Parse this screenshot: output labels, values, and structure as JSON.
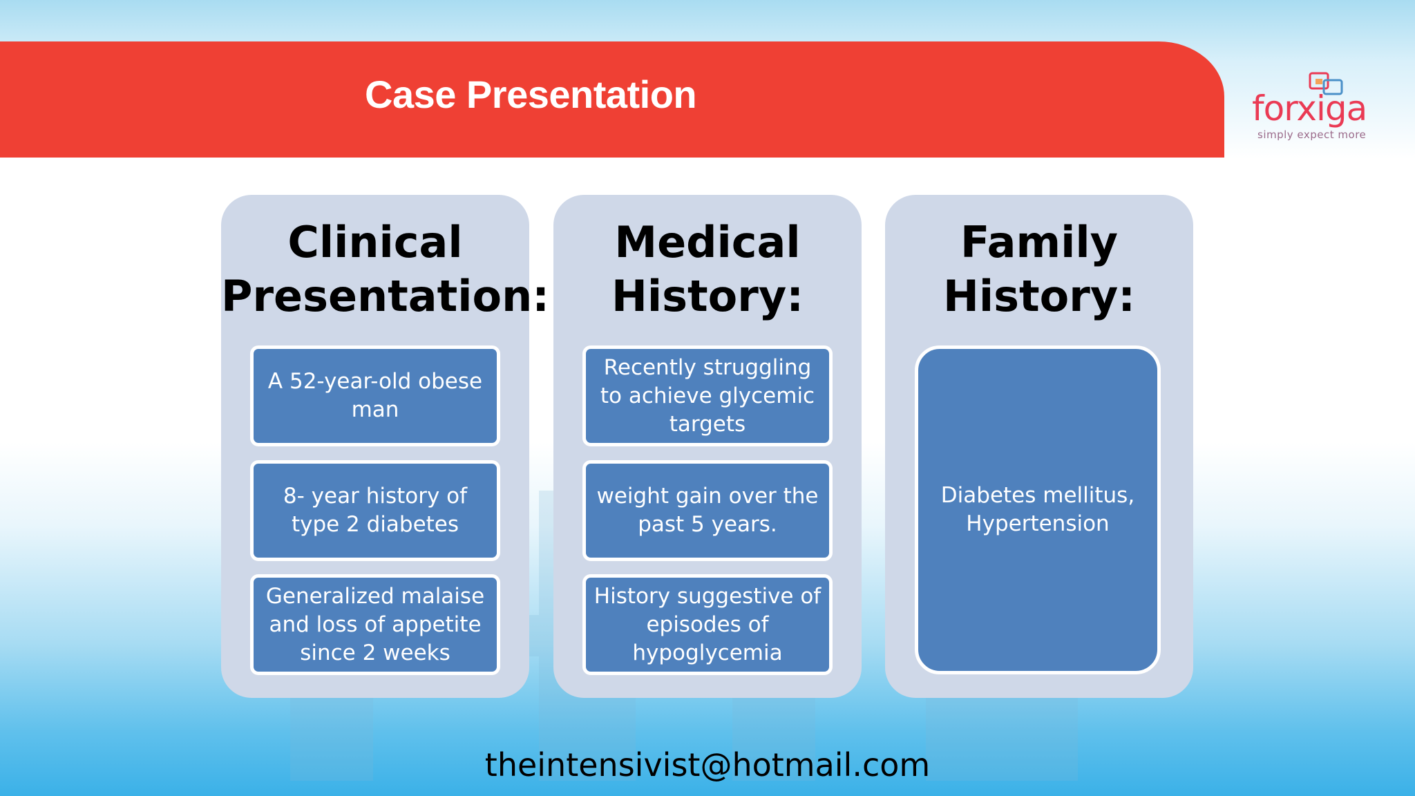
{
  "slide": {
    "title": "Case Presentation",
    "footer_email": "theintensivist@hotmail.com"
  },
  "logo": {
    "brand": "forxiga",
    "tagline": "simply expect more",
    "brand_color": "#ea3a54"
  },
  "colors": {
    "title_bar": "#ef4034",
    "column_panel": "#cfd8e8",
    "card": "#4f81bd"
  },
  "columns": [
    {
      "heading": "Clinical\nPresentation:",
      "items": [
        "A 52-year-old obese man",
        "8- year history of type 2 diabetes",
        "Generalized malaise and loss of appetite since 2 weeks"
      ]
    },
    {
      "heading": "Medical\nHistory:",
      "items": [
        "Recently struggling to achieve glycemic targets",
        "weight gain over the past 5 years.",
        "History suggestive of episodes of hypoglycemia"
      ]
    },
    {
      "heading": "Family\nHistory:",
      "items": [
        "Diabetes mellitus, Hypertension"
      ]
    }
  ]
}
